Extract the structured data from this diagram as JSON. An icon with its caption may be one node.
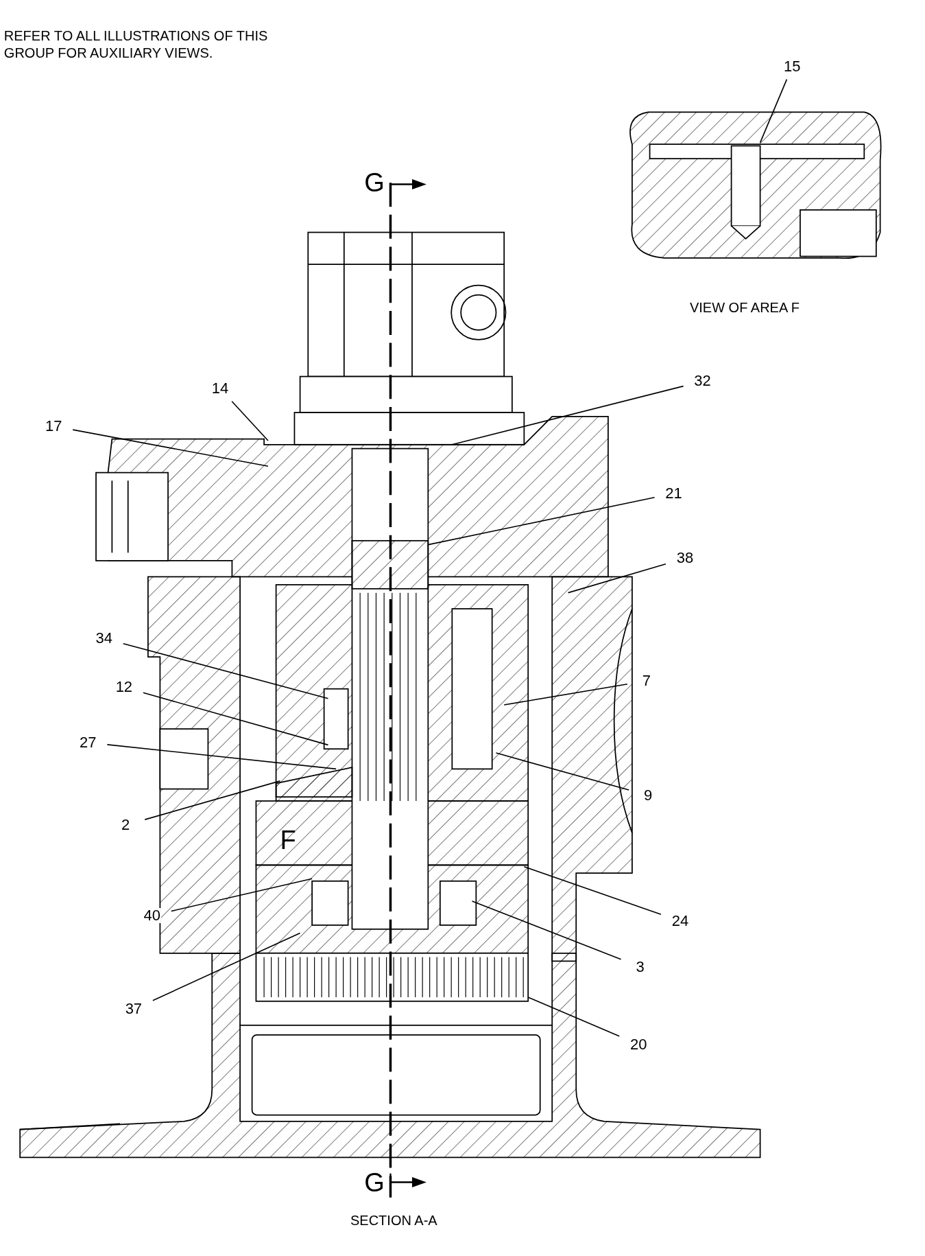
{
  "diagram": {
    "caption": "SECTION A-A",
    "nodes": [
      {
        "text": [
          "15"
        ]
      },
      {
        "text": [
          "32"
        ]
      },
      {
        "text": [
          "14"
        ]
      },
      {
        "text": [
          "17"
        ]
      },
      {
        "text": [
          "21"
        ]
      },
      {
        "text": [
          "38"
        ]
      },
      {
        "text": [
          "34"
        ]
      },
      {
        "text": [
          "12"
        ]
      },
      {
        "text": [
          "7"
        ]
      },
      {
        "text": [
          "27"
        ]
      },
      {
        "text": [
          "9"
        ]
      },
      {
        "text": [
          "2"
        ]
      },
      {
        "text": [
          "40"
        ]
      },
      {
        "text": [
          "24"
        ]
      },
      {
        "text": [
          "3"
        ]
      },
      {
        "text": [
          "37"
        ]
      },
      {
        "text": [
          "20"
        ]
      }
    ],
    "edges": [
      {
        "from": 0,
        "to": null,
        "arrow": "none"
      },
      {
        "from": 1,
        "to": null,
        "arrow": "none"
      },
      {
        "from": 2,
        "to": null,
        "arrow": "none"
      },
      {
        "from": 3,
        "to": null,
        "arrow": "none"
      },
      {
        "from": 4,
        "to": null,
        "arrow": "none"
      },
      {
        "from": 5,
        "to": null,
        "arrow": "none"
      },
      {
        "from": 6,
        "to": null,
        "arrow": "none"
      },
      {
        "from": 7,
        "to": null,
        "arrow": "none"
      },
      {
        "from": 8,
        "to": null,
        "arrow": "none"
      },
      {
        "from": 9,
        "to": null,
        "arrow": "none"
      },
      {
        "from": 10,
        "to": null,
        "arrow": "none"
      },
      {
        "from": 11,
        "to": null,
        "arrow": "none"
      },
      {
        "from": 12,
        "to": null,
        "arrow": "none"
      },
      {
        "from": 13,
        "to": null,
        "arrow": "none"
      },
      {
        "from": 14,
        "to": null,
        "arrow": "none"
      },
      {
        "from": 15,
        "to": null,
        "arrow": "none"
      },
      {
        "from": 16,
        "to": null,
        "arrow": "none"
      }
    ],
    "labels": [
      "REFER TO ALL ILLUSTRATIONS OF THIS GROUP FOR AUXILIARY VIEWS.",
      "G",
      "VIEW OF AREA F",
      "F",
      "G"
    ]
  }
}
